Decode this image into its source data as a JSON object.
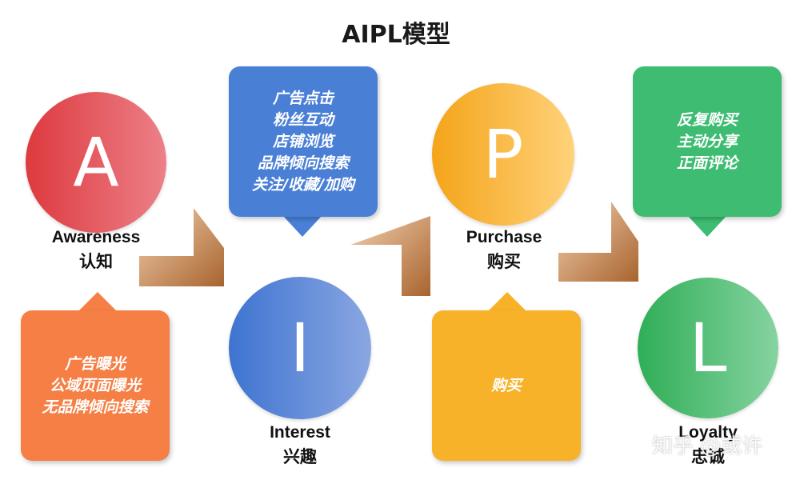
{
  "title": "AIPL模型",
  "colors": {
    "awareness": "#dd3a3e",
    "interest": "#3e74d0",
    "purchase": "#f4a41a",
    "loyalty": "#2fae56",
    "arrow": "#b0733c"
  },
  "stages": {
    "a": {
      "letter": "A",
      "name_en": "Awareness",
      "name_cn": "认知",
      "bubble": [
        "广告曝光",
        "公域页面曝光",
        "无品牌倾向搜索"
      ]
    },
    "i": {
      "letter": "I",
      "name_en": "Interest",
      "name_cn": "兴趣",
      "bubble": [
        "广告点击",
        "粉丝互动",
        "店铺浏览",
        "品牌倾向搜索",
        "关注/收藏/加购"
      ]
    },
    "p": {
      "letter": "P",
      "name_en": "Purchase",
      "name_cn": "购买",
      "bubble": [
        "购买"
      ]
    },
    "l": {
      "letter": "L",
      "name_en": "Loyalty",
      "name_cn": "忠诚",
      "bubble": [
        "反复购买",
        "主动分享",
        "正面评论"
      ]
    }
  },
  "watermark": "知乎 @或许"
}
